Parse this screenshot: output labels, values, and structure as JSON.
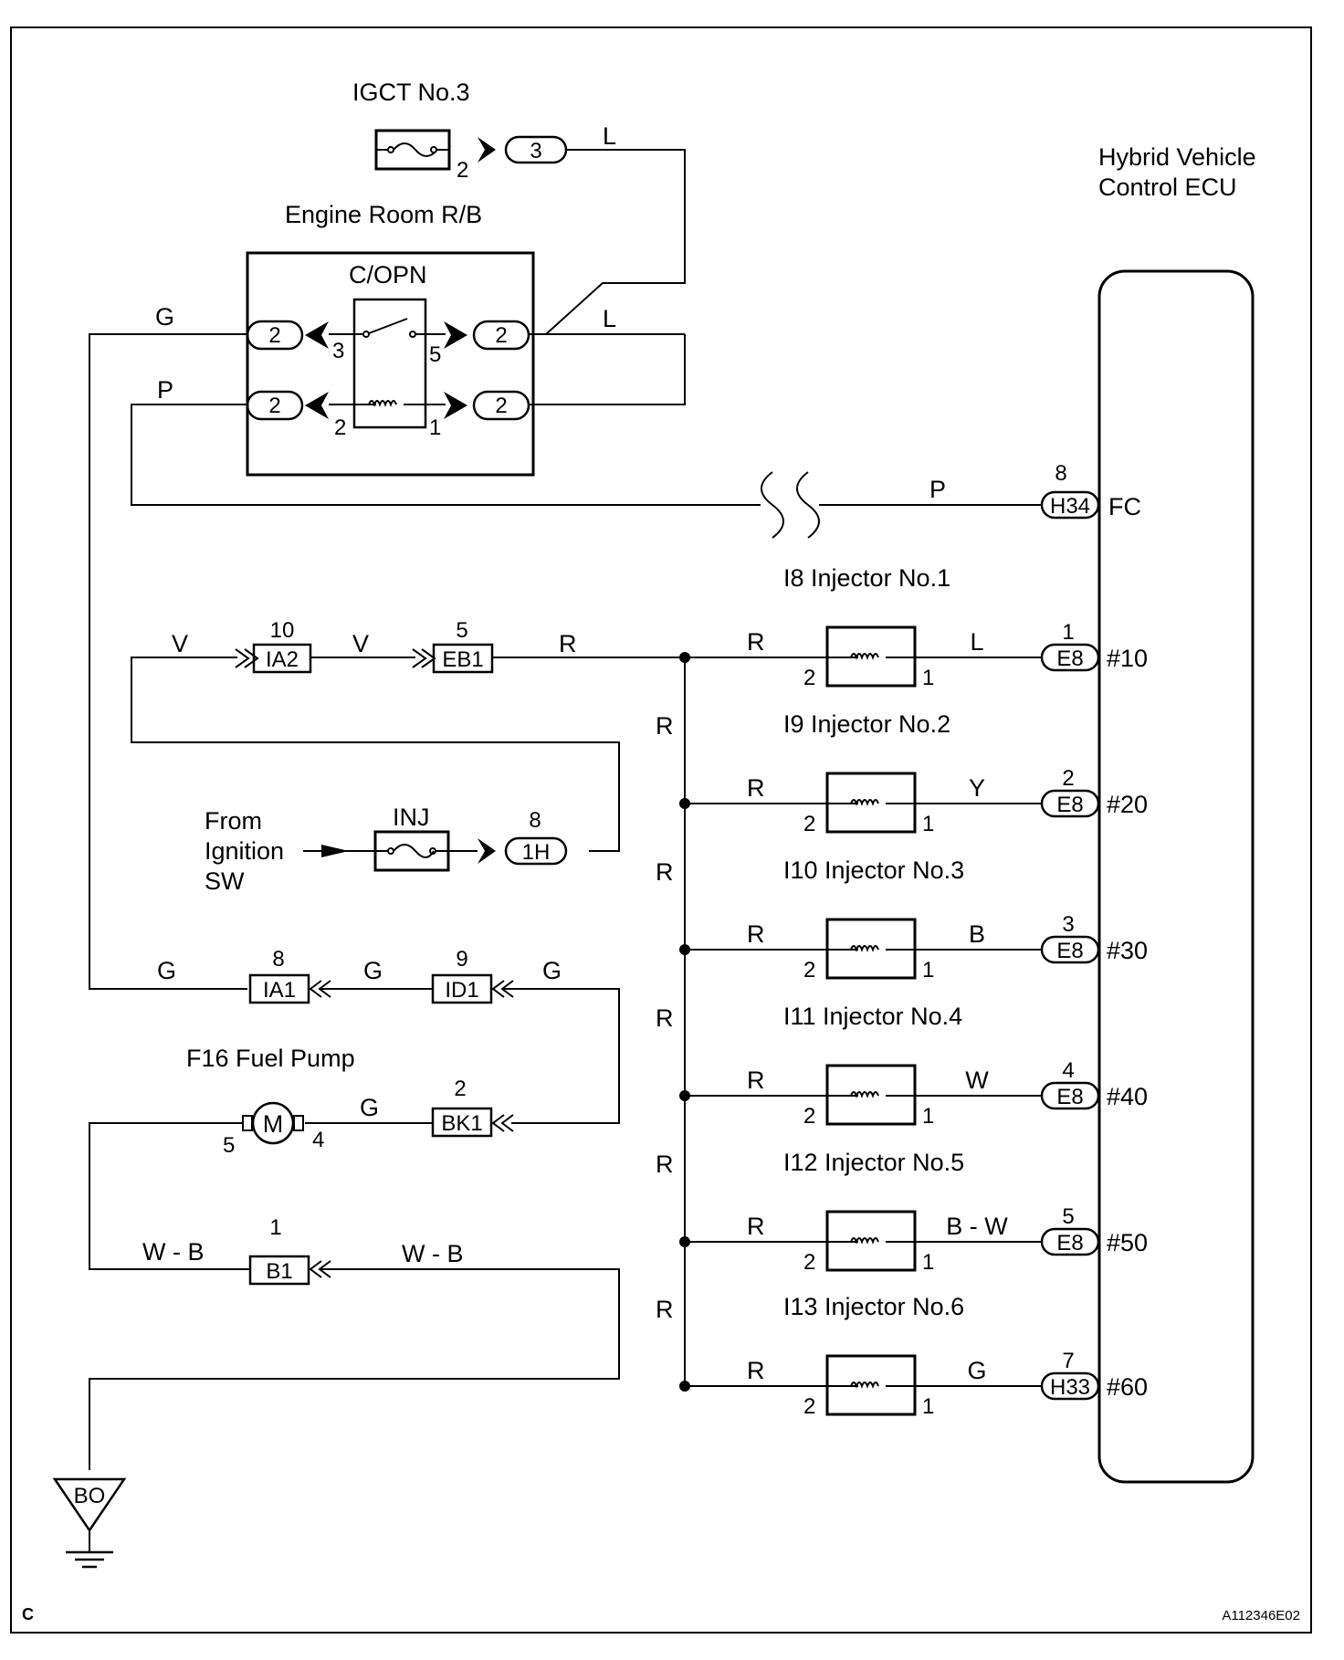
{
  "relay_fuse": {
    "title": "IGCT No.3",
    "pin": "2",
    "conn": "3",
    "wire": "L"
  },
  "rb": {
    "title": "Engine Room R/B",
    "relay": "C/OPN",
    "conn_g_left": "2",
    "conn_g_right": "2",
    "conn_p_left": "2",
    "conn_p_right": "2",
    "pin3": "3",
    "pin5": "5",
    "pin2": "2",
    "pin1": "1"
  },
  "wires": {
    "g": "G",
    "p": "P",
    "l": "L",
    "p_fc": "P",
    "r": "R",
    "v": "V",
    "wb": "W - B"
  },
  "ecu": {
    "title_line1": "Hybrid Vehicle",
    "title_line2": "Control ECU",
    "fc_conn": "H34",
    "fc_pin": "8",
    "fc_term": "FC"
  },
  "connectors": {
    "ia2": "IA2",
    "ia2_pin": "10",
    "eb1": "EB1",
    "eb1_pin": "5",
    "ia1": "IA1",
    "ia1_pin": "8",
    "id1": "ID1",
    "id1_pin": "9",
    "bk1": "BK1",
    "bk1_pin": "2",
    "b1": "B1",
    "b1_pin": "1"
  },
  "ignition": {
    "line1": "From",
    "line2": "Ignition",
    "line3": "SW",
    "fuse": "INJ",
    "conn": "1H",
    "pin": "8"
  },
  "pump": {
    "title": "F16 Fuel Pump",
    "symbol": "M",
    "pin5": "5",
    "pin4": "4"
  },
  "injectors": [
    {
      "name": "I8 Injector No.1",
      "wire": "L",
      "conn": "E8",
      "pin": "1",
      "term": "#10"
    },
    {
      "name": "I9 Injector No.2",
      "wire": "Y",
      "conn": "E8",
      "pin": "2",
      "term": "#20"
    },
    {
      "name": "I10 Injector No.3",
      "wire": "B",
      "conn": "E8",
      "pin": "3",
      "term": "#30"
    },
    {
      "name": "I11 Injector No.4",
      "wire": "W",
      "conn": "E8",
      "pin": "4",
      "term": "#40"
    },
    {
      "name": "I12 Injector No.5",
      "wire": "B - W",
      "conn": "E8",
      "pin": "5",
      "term": "#50"
    },
    {
      "name": "I13 Injector No.6",
      "wire": "G",
      "conn": "H33",
      "pin": "7",
      "term": "#60"
    }
  ],
  "injector_pins": {
    "in": "2",
    "out": "1"
  },
  "ground": {
    "label": "BO"
  },
  "footer": {
    "left": "C",
    "right": "A112346E02"
  }
}
